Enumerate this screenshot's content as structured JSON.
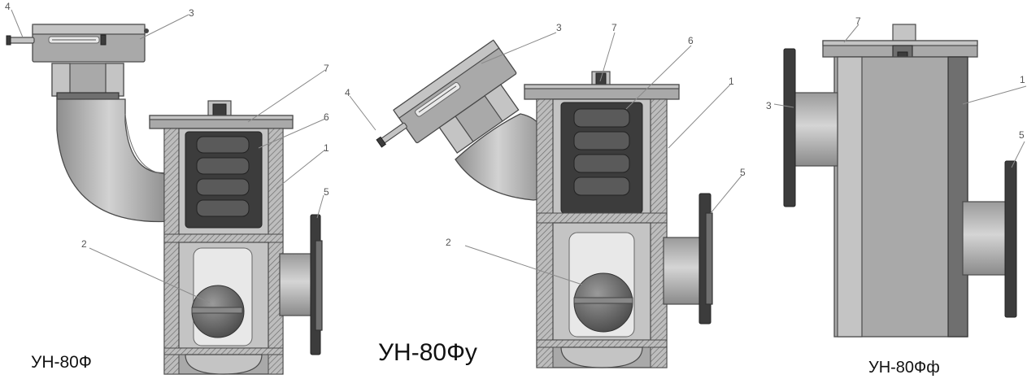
{
  "figures": [
    {
      "id": "un-80f",
      "title": "УН-80Ф",
      "labels": {
        "l4": "4",
        "l3": "3",
        "l7": "7",
        "l6": "6",
        "l1": "1",
        "l5": "5",
        "l2": "2"
      }
    },
    {
      "id": "un-80fu",
      "title": "УН-80Фу",
      "labels": {
        "l3": "3",
        "l7": "7",
        "l6": "6",
        "l1": "1",
        "l4": "4",
        "l5": "5",
        "l2": "2"
      }
    },
    {
      "id": "un-80ff",
      "title": "УН-80Фф",
      "labels": {
        "l7": "7",
        "l1": "1",
        "l3": "3",
        "l5": "5"
      }
    }
  ]
}
